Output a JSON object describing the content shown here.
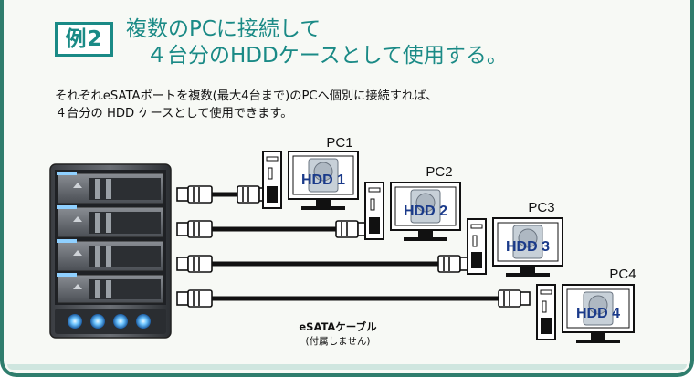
{
  "header": {
    "badge": "例2",
    "title_line1": "複数のPCに接続して",
    "title_line2": "４台分のHDDケースとして使用する。"
  },
  "description": {
    "line1": "それぞれeSATAポートを複数(最大4台まで)のPCへ個別に接続すれば、",
    "line2": "４台分の HDD ケースとして使用できます。"
  },
  "pcs": [
    {
      "label": "PC1",
      "hdd": "HDD 1"
    },
    {
      "label": "PC2",
      "hdd": "HDD 2"
    },
    {
      "label": "PC3",
      "hdd": "HDD 3"
    },
    {
      "label": "PC4",
      "hdd": "HDD 4"
    }
  ],
  "cable": {
    "name": "eSATAケーブル",
    "note": "(付属しません)"
  },
  "colors": {
    "accent": "#1a8a86",
    "frame": "#2f7d6d",
    "hdd_text": "#1a3a8a",
    "led": "#4fb3ff"
  }
}
